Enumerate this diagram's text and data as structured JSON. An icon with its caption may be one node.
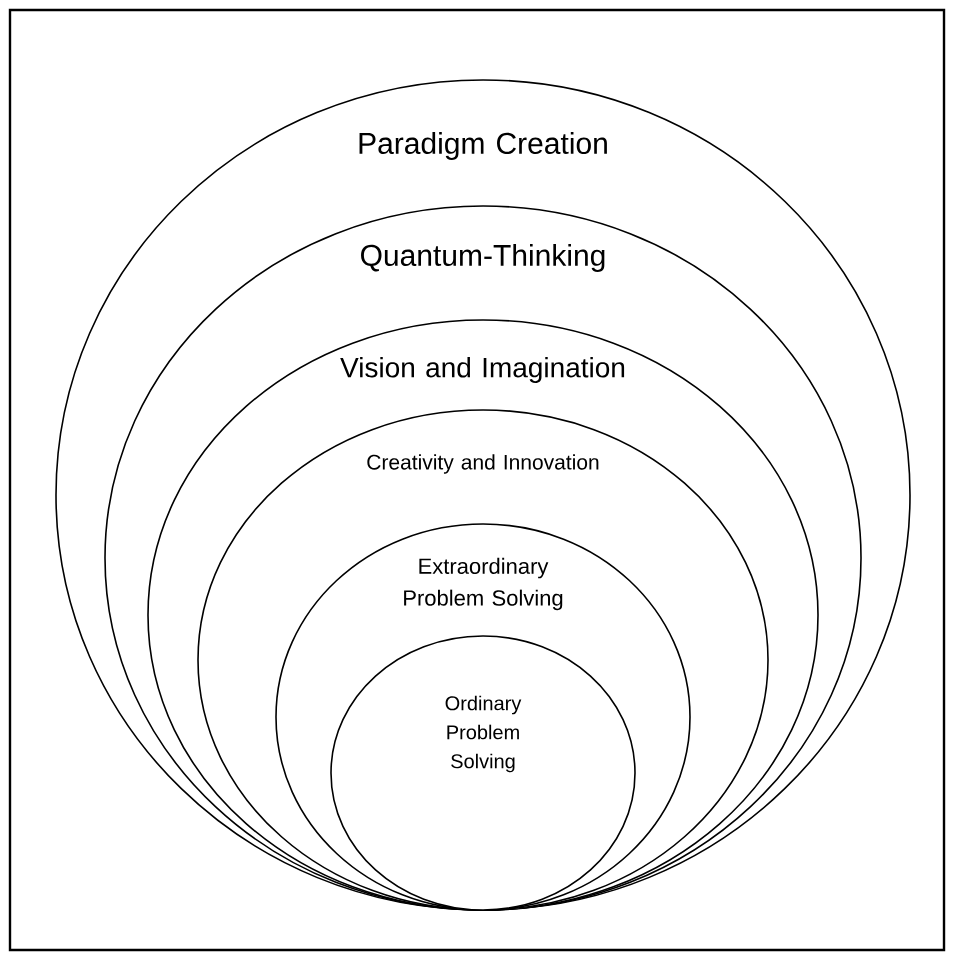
{
  "diagram": {
    "nodes": [
      {
        "text": [
          "Paradigm Creation"
        ]
      },
      {
        "text": [
          "Quantum-Thinking"
        ],
        "in": 0
      },
      {
        "text": [
          "Vision and Imagination"
        ],
        "in": 1
      },
      {
        "text": [
          "Creativity and Innovation"
        ],
        "in": 2
      },
      {
        "text": [
          "Extraordinary Problem Solving"
        ],
        "in": 3
      },
      {
        "text": [
          "Ordinary Problem Solving"
        ],
        "in": 4
      }
    ]
  }
}
